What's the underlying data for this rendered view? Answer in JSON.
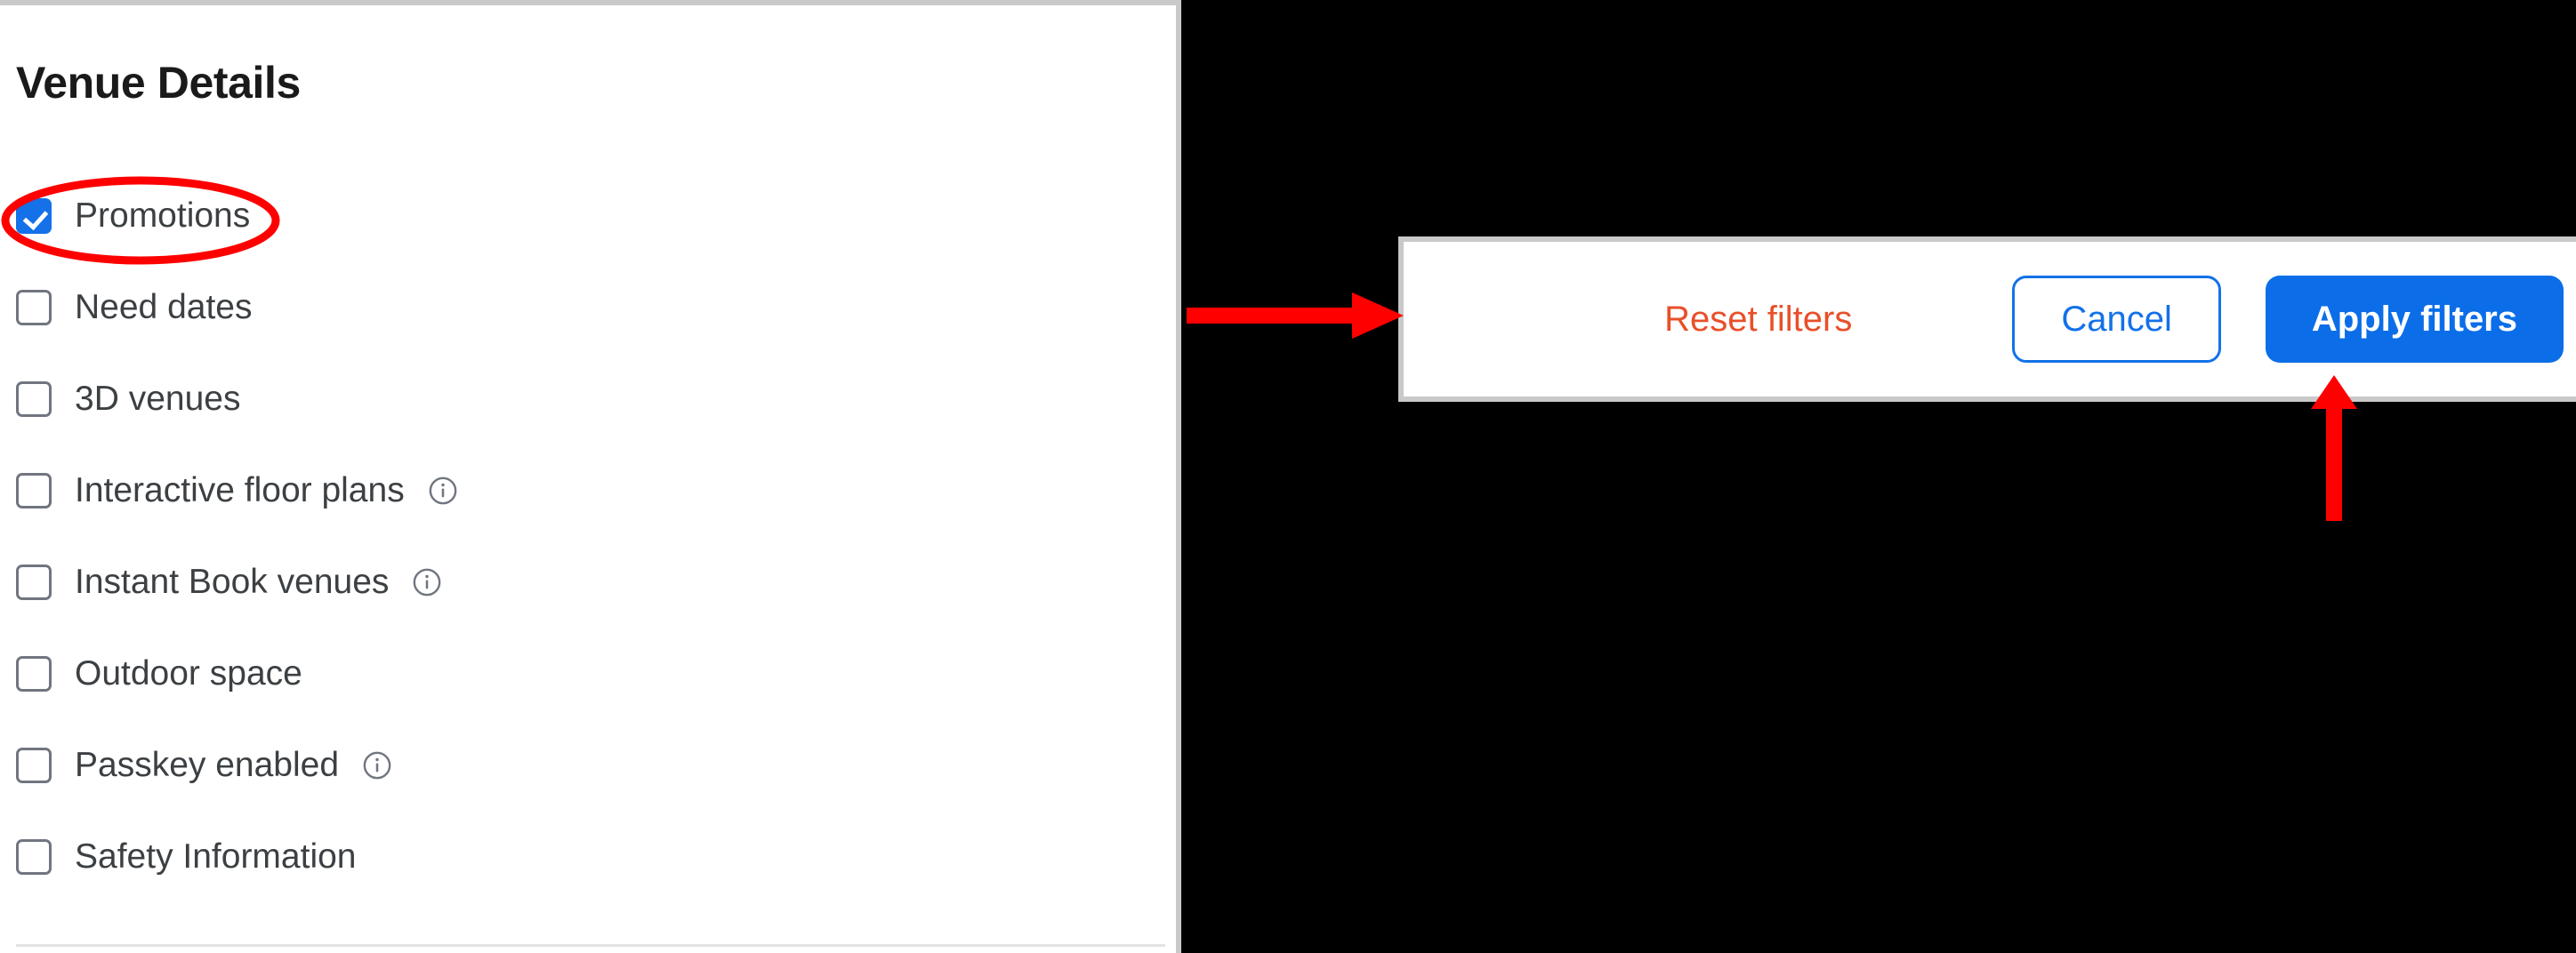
{
  "panel": {
    "title": "Venue Details",
    "options": [
      {
        "label": "Promotions",
        "checked": true,
        "info": false
      },
      {
        "label": "Need dates",
        "checked": false,
        "info": false
      },
      {
        "label": "3D venues",
        "checked": false,
        "info": false
      },
      {
        "label": "Interactive floor plans",
        "checked": false,
        "info": true
      },
      {
        "label": "Instant Book venues",
        "checked": false,
        "info": true
      },
      {
        "label": "Outdoor space",
        "checked": false,
        "info": false
      },
      {
        "label": "Passkey enabled",
        "checked": false,
        "info": true
      },
      {
        "label": "Safety Information",
        "checked": false,
        "info": false
      }
    ]
  },
  "action_bar": {
    "reset_label": "Reset filters",
    "cancel_label": "Cancel",
    "apply_label": "Apply filters"
  },
  "icons": {
    "info": "info-circle-icon",
    "checkmark": "check-icon",
    "ellipse_highlight": "red-ellipse-annotation",
    "arrow_right": "red-arrow-right-annotation",
    "arrow_up": "red-arrow-up-annotation"
  },
  "colors": {
    "accent_blue": "#0b6ee8",
    "checkbox_blue": "#1471e8",
    "reset_orange": "#e8502a",
    "annotation_red": "#ff0000",
    "panel_border": "#c9c9c9",
    "text_primary": "#3c4043",
    "background": "#000000"
  }
}
